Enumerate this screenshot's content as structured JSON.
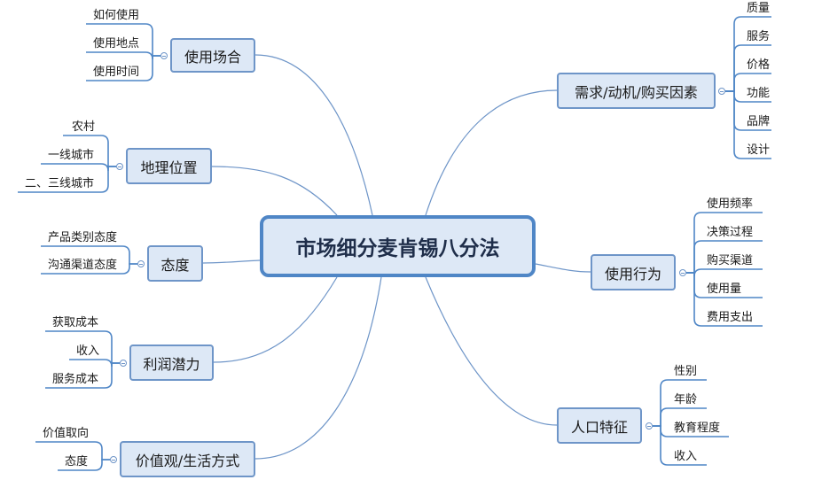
{
  "center": "市场细分麦肯锡八分法",
  "branches": {
    "usage_occasion": {
      "label": "使用场合",
      "items": [
        "如何使用",
        "使用地点",
        "使用时间"
      ]
    },
    "geography": {
      "label": "地理位置",
      "items": [
        "农村",
        "一线城市",
        "二、三线城市"
      ]
    },
    "attitude": {
      "label": "态度",
      "items": [
        "产品类别态度",
        "沟通渠道态度"
      ]
    },
    "profit_potential": {
      "label": "利润潜力",
      "items": [
        "获取成本",
        "收入",
        "服务成本"
      ]
    },
    "values_lifestyle": {
      "label": "价值观/生活方式",
      "items": [
        "价值取向",
        "态度"
      ]
    },
    "needs_motivation": {
      "label": "需求/动机/购买因素",
      "items": [
        "质量",
        "服务",
        "价格",
        "功能",
        "品牌",
        "设计"
      ]
    },
    "usage_behavior": {
      "label": "使用行为",
      "items": [
        "使用频率",
        "决策过程",
        "购买渠道",
        "使用量",
        "费用支出"
      ]
    },
    "demographics": {
      "label": "人口特征",
      "items": [
        "性别",
        "年龄",
        "教育程度",
        "收入"
      ]
    }
  },
  "colors": {
    "node_fill": "#dde8f6",
    "node_border": "#6e95c8",
    "line": "#6e95c8",
    "underline": "#4f86c6"
  }
}
